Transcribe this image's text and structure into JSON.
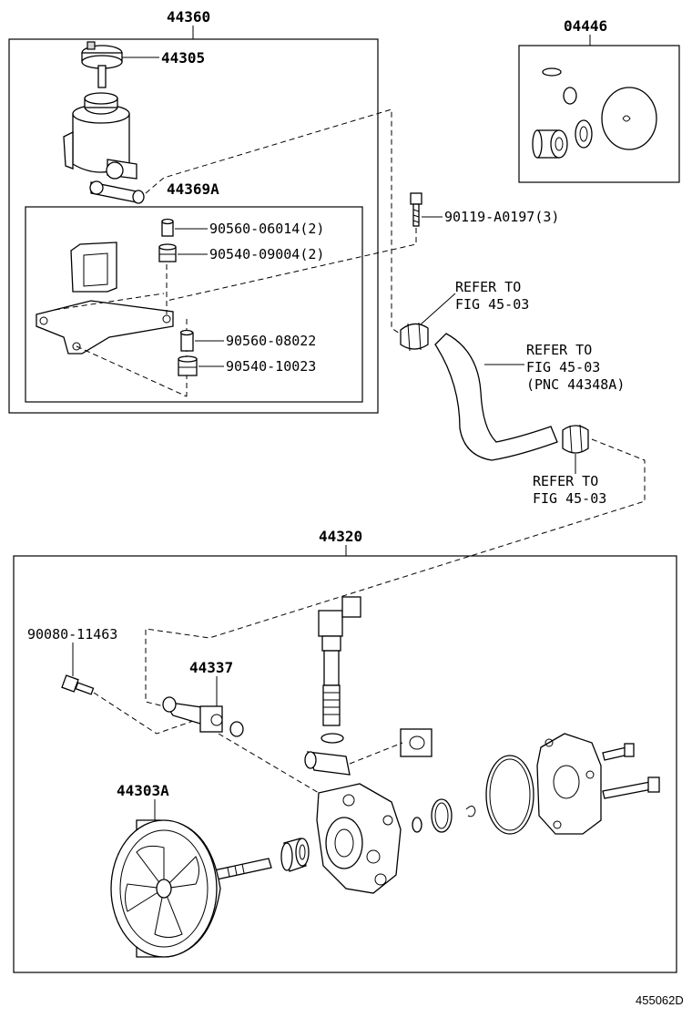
{
  "labels": {
    "assy_44360": "44360",
    "part_44305": "44305",
    "part_44369A": "44369A",
    "part_90560_06014": "90560-06014(2)",
    "part_90540_09004": "90540-09004(2)",
    "part_90560_08022": "90560-08022",
    "part_90540_10023": "90540-10023",
    "kit_04446": "04446",
    "part_90119_A0197": "90119-A0197(3)",
    "refer_1_line1": "REFER TO",
    "refer_1_line2": "FIG 45-03",
    "refer_2_line1": "REFER TO",
    "refer_2_line2": "FIG 45-03",
    "refer_2_line3": "(PNC 44348A)",
    "refer_3_line1": "REFER TO",
    "refer_3_line2": "FIG 45-03",
    "assy_44320": "44320",
    "part_90080_11463": "90080-11463",
    "part_44337": "44337",
    "part_44303A": "44303A",
    "diagram_code": "455062D"
  }
}
